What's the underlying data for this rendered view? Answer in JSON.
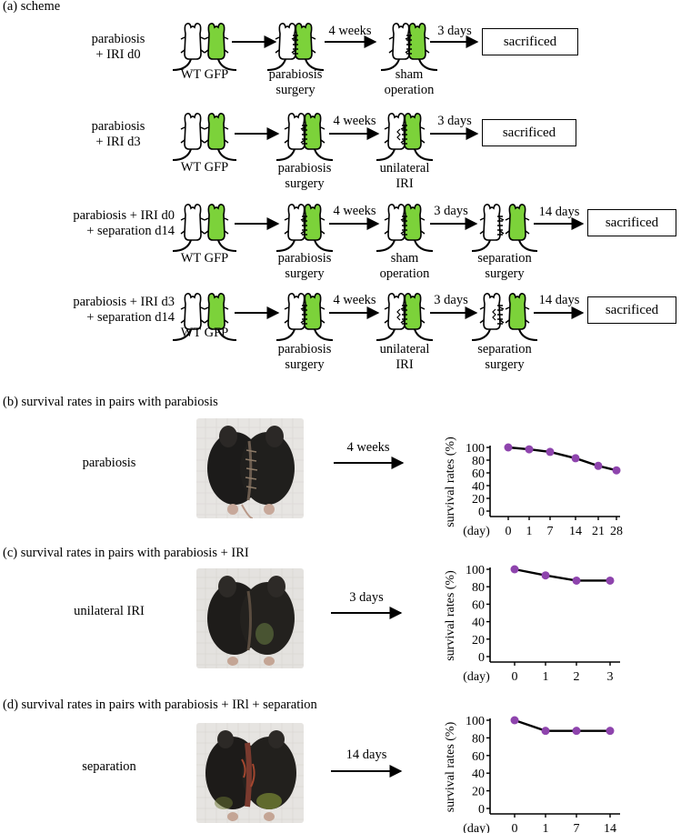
{
  "panel_a": {
    "heading": "(a) scheme",
    "wt_label": "WT",
    "gfp_label": "GFP",
    "rows": [
      {
        "cond_lines": [
          "parabiosis",
          "+ IRI d0"
        ],
        "step2": [
          "parabiosis",
          "surgery"
        ],
        "arrow2": "4 weeks",
        "step3": [
          "sham",
          "operation"
        ],
        "arrow3": "3 days",
        "end_box": "sacrificed"
      },
      {
        "cond_lines": [
          "parabiosis",
          "+ IRI d3"
        ],
        "step2": [
          "parabiosis",
          "surgery"
        ],
        "arrow2": "4 weeks",
        "step3": [
          "unilateral",
          "IRI"
        ],
        "arrow3": "3 days",
        "end_box": "sacrificed"
      },
      {
        "cond_lines": [
          "parabiosis + IRI d0",
          "+ separation d14"
        ],
        "step2": [
          "parabiosis",
          "surgery"
        ],
        "arrow2": "4 weeks",
        "step3": [
          "sham",
          "operation"
        ],
        "arrow3": "3 days",
        "step4": [
          "separation",
          "surgery"
        ],
        "arrow4": "14 days",
        "end_box": "sacrificed"
      },
      {
        "cond_lines": [
          "parabiosis + IRI d3",
          "+ separation d14"
        ],
        "step2": [
          "parabiosis",
          "surgery"
        ],
        "arrow2": "4 weeks",
        "step3": [
          "unilateral",
          "IRI"
        ],
        "arrow3": "3 days",
        "step4": [
          "separation",
          "surgery"
        ],
        "arrow4": "14 days",
        "end_box": "sacrificed"
      }
    ]
  },
  "panels": [
    {
      "heading": "(b) survival rates in pairs with parabiosis",
      "label": "parabiosis",
      "arrow": "4 weeks"
    },
    {
      "heading": "(c) survival rates in pairs with parabiosis + IRI",
      "label": "unilateral IRI",
      "arrow": "3 days"
    },
    {
      "heading": "(d) survival rates in pairs with parabiosis + IRl + separation",
      "label": "separation",
      "arrow": "14 days"
    }
  ],
  "colors": {
    "gfp_mouse": "#7cd23a",
    "marker": "#8e44ad",
    "line": "#000000"
  },
  "chart_data": [
    {
      "type": "line",
      "x": [
        "0",
        "1",
        "7",
        "14",
        "21",
        "28"
      ],
      "values": [
        100,
        97,
        93,
        83,
        71,
        64
      ],
      "xlabel": "(day)",
      "ylabel": "survival rates (%)",
      "ylim": [
        0,
        100
      ],
      "yticks": [
        "0",
        "20",
        "40",
        "60",
        "80",
        "100"
      ]
    },
    {
      "type": "line",
      "x": [
        "0",
        "1",
        "2",
        "3"
      ],
      "values": [
        100,
        93,
        87,
        87
      ],
      "xlabel": "(day)",
      "ylabel": "survival rates (%)",
      "ylim": [
        0,
        100
      ],
      "yticks": [
        "0",
        "20",
        "40",
        "60",
        "80",
        "100"
      ]
    },
    {
      "type": "line",
      "x": [
        "0",
        "1",
        "7",
        "14"
      ],
      "values": [
        100,
        88,
        88,
        88
      ],
      "xlabel": "(day)",
      "ylabel": "survival rates (%)",
      "ylim": [
        0,
        100
      ],
      "yticks": [
        "0",
        "20",
        "40",
        "60",
        "80",
        "100"
      ]
    }
  ]
}
